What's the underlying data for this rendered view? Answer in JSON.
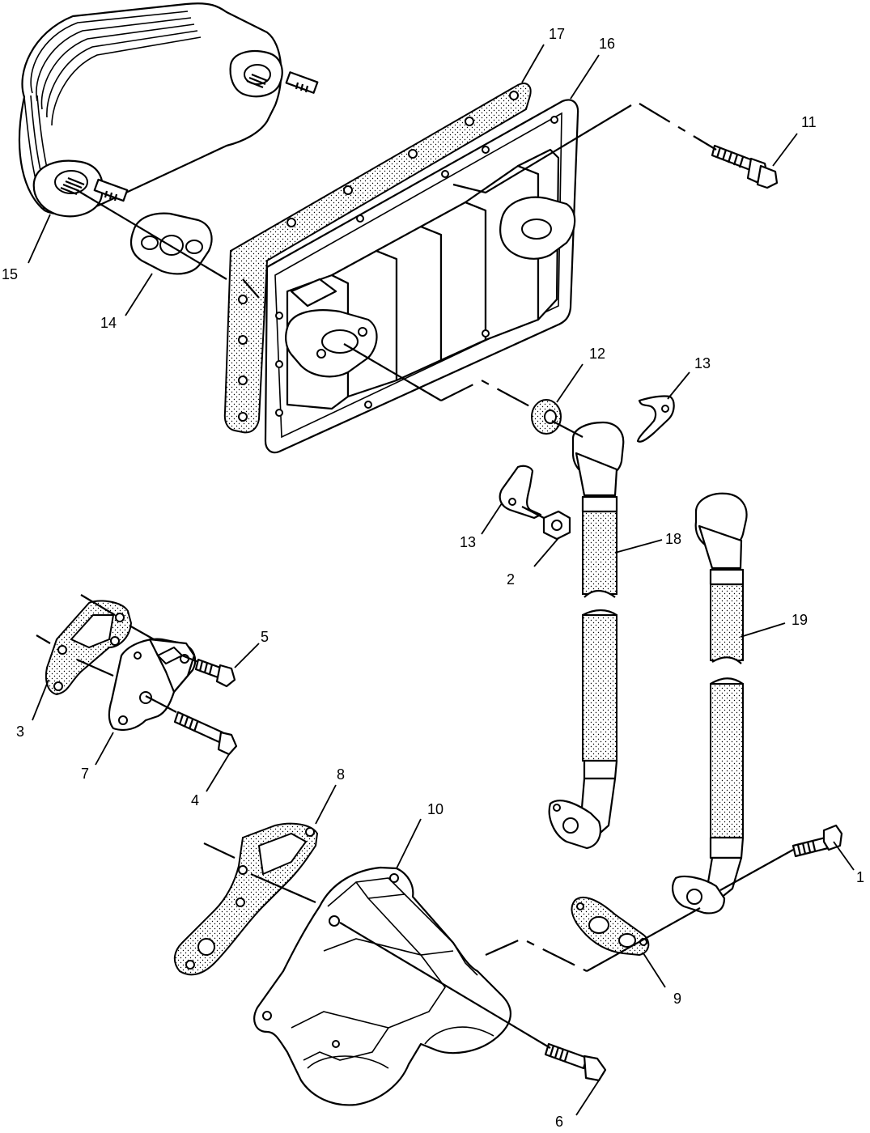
{
  "callouts": {
    "c1": "1",
    "c2": "2",
    "c3": "3",
    "c4": "4",
    "c5": "5",
    "c6": "6",
    "c7": "7",
    "c8": "8",
    "c9": "9",
    "c10": "10",
    "c11": "11",
    "c12": "12",
    "c13a": "13",
    "c13b": "13",
    "c14": "14",
    "c15": "15",
    "c16": "16",
    "c17": "17",
    "c18": "18",
    "c19": "19"
  }
}
